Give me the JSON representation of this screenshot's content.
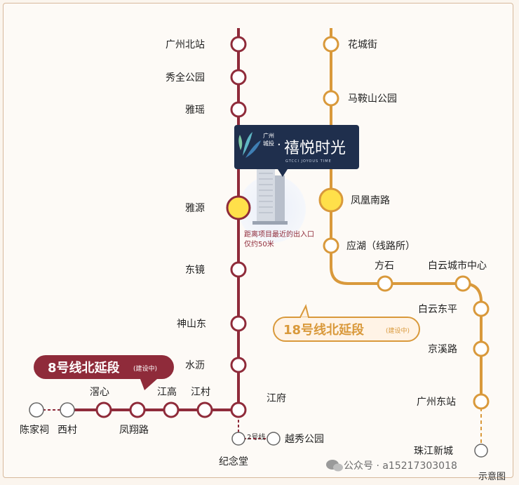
{
  "colors": {
    "line8": "#8f2b3a",
    "line18": "#d9993b",
    "transfer_fill": "#ffe04a",
    "project_box": "#1f2f4d",
    "badge_18_bg": "#fff3e6"
  },
  "project": {
    "brand_small": "广州\n城投",
    "dot": "·",
    "name": "禧悦时光",
    "sub_en": "GTCCI JOYOUS TIME",
    "note_line1": "距离项目最近的出入口",
    "note_line2": "仅约50米"
  },
  "lines": {
    "line8": {
      "badge_main": "8号线北延段",
      "badge_note": "(建设中)",
      "stations": {
        "guangzhou_north": "广州北站",
        "xiuquan_park": "秀全公园",
        "yayao": "雅瑶",
        "yayuan": "雅源",
        "dongjing": "东镜",
        "shenshandong": "神山东",
        "shuili": "水沥",
        "jiangfu": "江府",
        "jiangcun": "江村",
        "jianggao": "江高",
        "fengxianglu": "凤翔路",
        "xiaoxin": "滘心",
        "xicun": "西村",
        "chenjiaci": "陈家祠",
        "jinientang": "纪念堂"
      }
    },
    "line18": {
      "badge_main": "18号线北延段",
      "badge_note": "(建设中)",
      "stations": {
        "huachengjie": "花城街",
        "maanshan_park": "马鞍山公园",
        "fenghuang_nanlu": "凤凰南路",
        "yinghu": "应湖（线路所）",
        "fangshi": "方石",
        "baiyun_center": "白云城市中心",
        "baiyun_dongping": "白云东平",
        "jingxilu": "京溪路",
        "guangzhou_east": "广州东站",
        "zhujiang_newtown": "珠江新城"
      }
    },
    "line2": {
      "label": "2号线",
      "stations": {
        "yuexiu_park": "越秀公园"
      }
    }
  },
  "footer": {
    "watermark": "公众号 · a15217303018",
    "diagram_note": "示意图"
  }
}
